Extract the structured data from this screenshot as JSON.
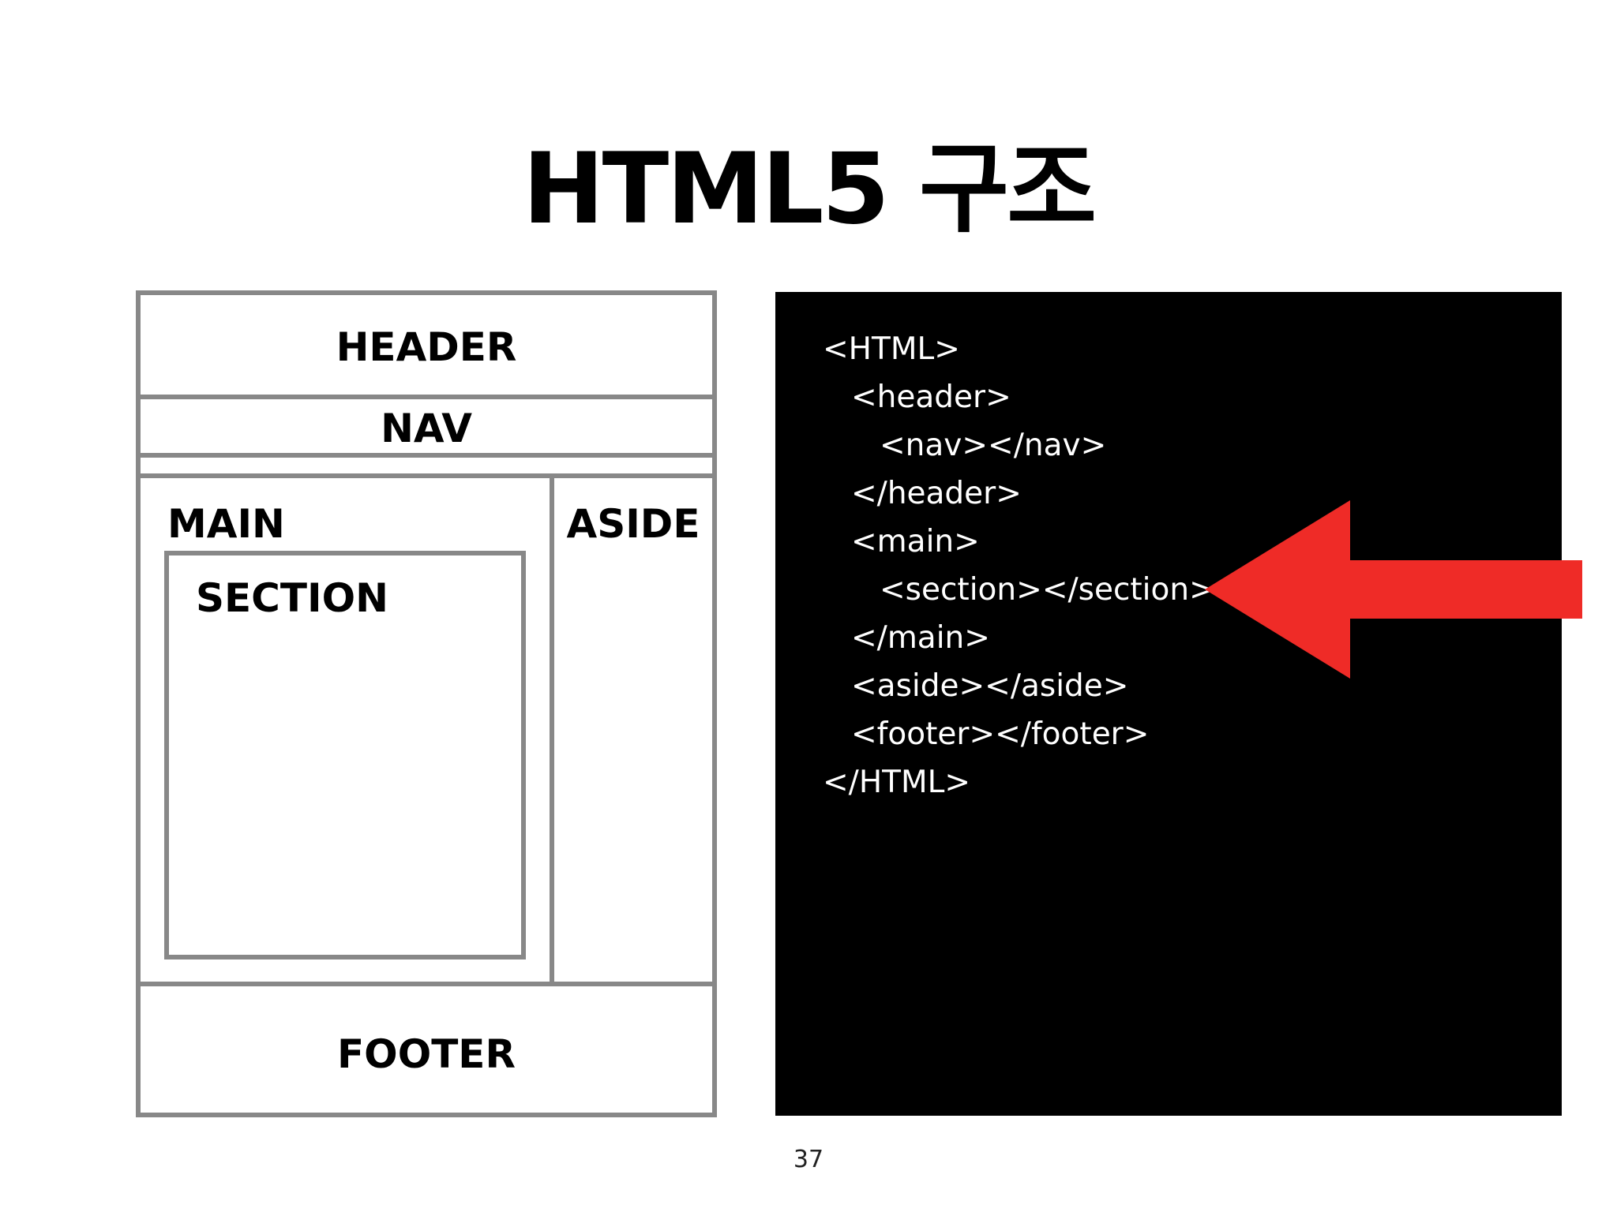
{
  "slide": {
    "title": "HTML5 구조",
    "page_number": "37"
  },
  "diagram": {
    "header": "HEADER",
    "nav": "NAV",
    "main": "MAIN",
    "section": "SECTION",
    "aside": "ASIDE",
    "footer": "FOOTER",
    "border_color": "#888888"
  },
  "code": {
    "lines": [
      "<HTML>",
      "<header>",
      "<nav></nav>",
      "</header>",
      "<main>",
      "<section></section>",
      "</main>",
      "<aside></aside>",
      "<footer></footer>",
      "</HTML>"
    ],
    "background": "#000000",
    "text_color": "#ffffff"
  },
  "arrow": {
    "color": "#ef2b27",
    "icon": "left-arrow-icon"
  }
}
